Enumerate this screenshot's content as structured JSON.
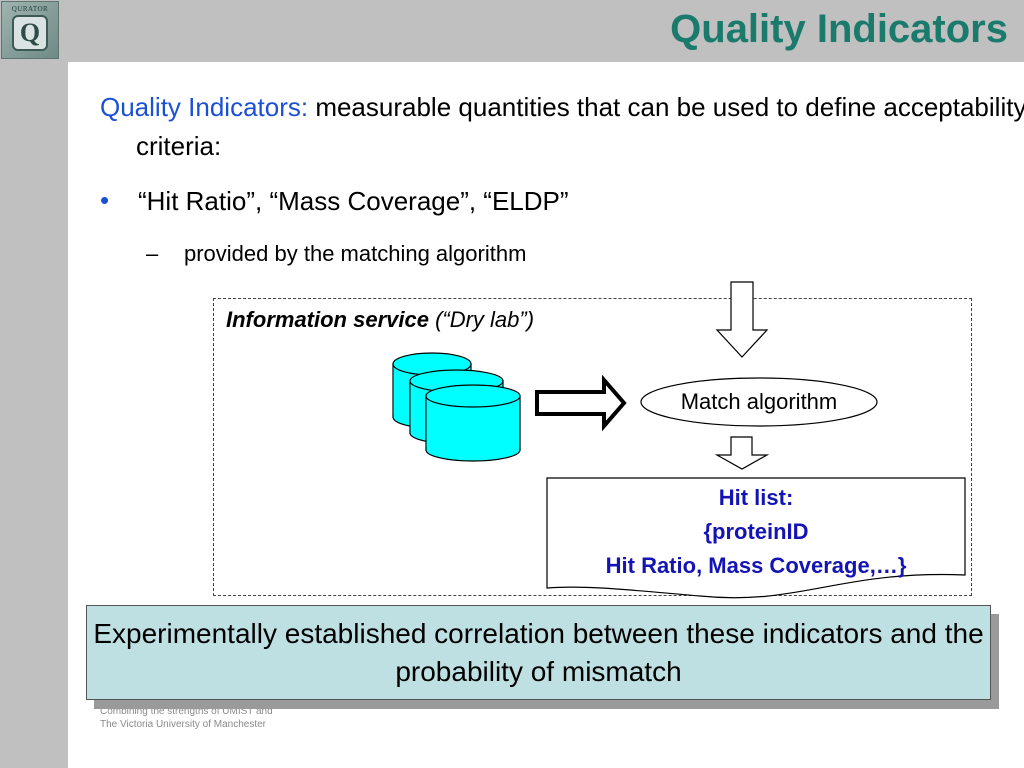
{
  "logo": {
    "text": "QURATOR",
    "letter": "Q"
  },
  "slide": {
    "title": "Quality Indicators"
  },
  "intro": {
    "term": "Quality Indicators:",
    "definition": " measurable quantities that can be used to define acceptability criteria:"
  },
  "bullet": {
    "symbol": "•",
    "text": "“Hit Ratio”, “Mass Coverage”, “ELDP”",
    "sub_symbol": "–",
    "sub_text": "provided by the matching algorithm"
  },
  "diagram": {
    "service_title_bold": "Information service",
    "service_title_rest": " (“Dry lab”)",
    "match_label": "Match algorithm",
    "hit_list": {
      "line1": "Hit list:",
      "line2": "{proteinID",
      "line3": "Hit Ratio, Mass Coverage,…}"
    },
    "colors": {
      "database_fill": "#00ffff",
      "hit_text": "#1414b4"
    }
  },
  "callout": {
    "text": "Experimentally established correlation between these indicators and the probability of mismatch"
  },
  "footer": {
    "line1": "Combining the strengths of UMIST and",
    "line2": "The Victoria University of Manchester"
  }
}
